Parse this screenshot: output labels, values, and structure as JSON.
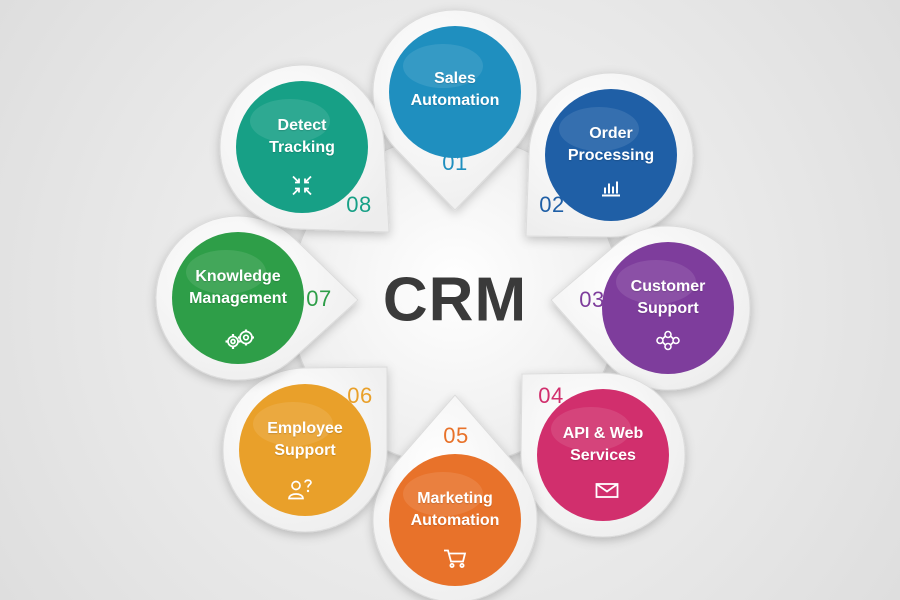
{
  "center": {
    "title": "CRM",
    "text_color": "#3a3a3a"
  },
  "petals": [
    {
      "number": "01",
      "line1": "Sales",
      "line2": "Automation",
      "color": "#1f8fbf",
      "icon": "none"
    },
    {
      "number": "02",
      "line1": "Order",
      "line2": "Processing",
      "color": "#1f5fa6",
      "icon": "bar-chart-icon"
    },
    {
      "number": "03",
      "line1": "Customer",
      "line2": "Support",
      "color": "#7e3d9c",
      "icon": "network-icon"
    },
    {
      "number": "04",
      "line1": "API & Web",
      "line2": "Services",
      "color": "#d12f6d",
      "icon": "envelope-icon"
    },
    {
      "number": "05",
      "line1": "Marketing",
      "line2": "Automation",
      "color": "#e8722a",
      "icon": "shopping-cart-icon"
    },
    {
      "number": "06",
      "line1": "Employee",
      "line2": "Support",
      "color": "#e9a02a",
      "icon": "user-question-icon"
    },
    {
      "number": "07",
      "line1": "Knowledge",
      "line2": "Management",
      "color": "#2e9e48",
      "icon": "gears-icon"
    },
    {
      "number": "08",
      "line1": "Detect",
      "line2": "Tracking",
      "color": "#17a086",
      "icon": "arrows-in-icon"
    }
  ]
}
